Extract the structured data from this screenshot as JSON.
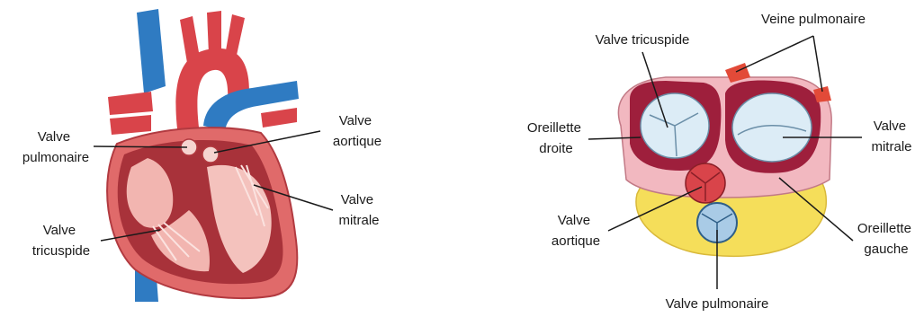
{
  "left_diagram": {
    "labels": {
      "valve_pulmonary": [
        "Valve",
        "pulmonaire"
      ],
      "valve_aortic": [
        "Valve",
        "aortique"
      ],
      "valve_mitral": [
        "Valve",
        "mitrale"
      ],
      "valve_tricuspid": [
        "Valve",
        "tricuspide"
      ]
    }
  },
  "right_diagram": {
    "labels": {
      "valve_tricuspid": "Valve tricuspide",
      "pulmonary_vein": "Veine pulmonaire",
      "right_atrium": [
        "Oreillette",
        "droite"
      ],
      "valve_mitral": [
        "Valve",
        "mitrale"
      ],
      "valve_aortic": [
        "Valve",
        "aortique"
      ],
      "left_atrium": [
        "Oreillette",
        "gauche"
      ],
      "valve_pulmonary": "Valve pulmonaire"
    }
  },
  "colors": {
    "muscle": "#d8555a",
    "muscle_dark": "#a8323a",
    "interior": "#f2b5b0",
    "vein_blue": "#2f7bc2",
    "artery_red": "#d9444a",
    "fat_yellow": "#f5de5a",
    "valve_blue": "#dcecf6",
    "leader_line": "#1a1a1a"
  }
}
